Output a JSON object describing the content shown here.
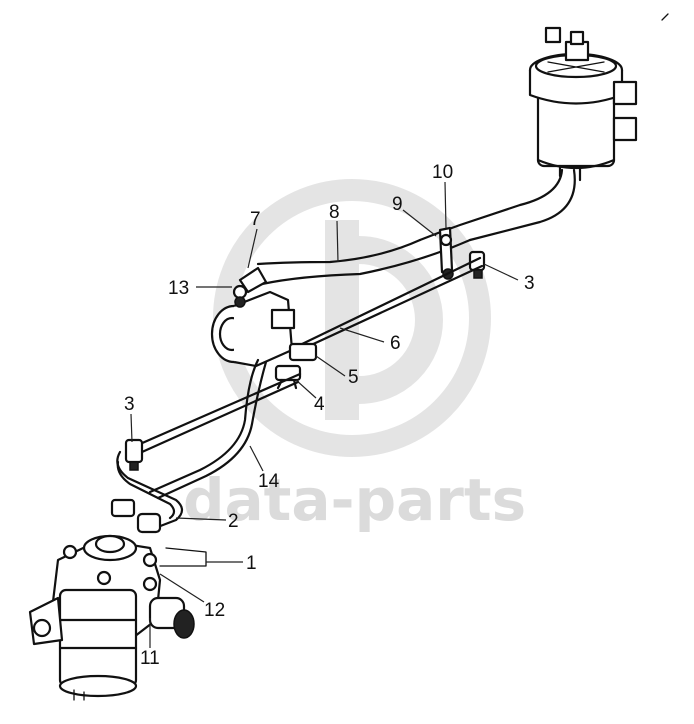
{
  "watermark": {
    "text": "data-parts",
    "color": "#cfcfcf"
  },
  "callouts": {
    "c1": "1",
    "c2": "2",
    "c3a": "3",
    "c3b": "3",
    "c4": "4",
    "c5": "5",
    "c6": "6",
    "c7": "7",
    "c8": "8",
    "c9": "9",
    "c10": "10",
    "c11": "11",
    "c12": "12",
    "c13": "13",
    "c14": "14"
  },
  "parts": [
    {
      "id": "reservoir",
      "icon": "reservoir-icon"
    },
    {
      "id": "pump",
      "icon": "pump-icon"
    },
    {
      "id": "steering-gear",
      "icon": "steering-gear-icon"
    }
  ]
}
